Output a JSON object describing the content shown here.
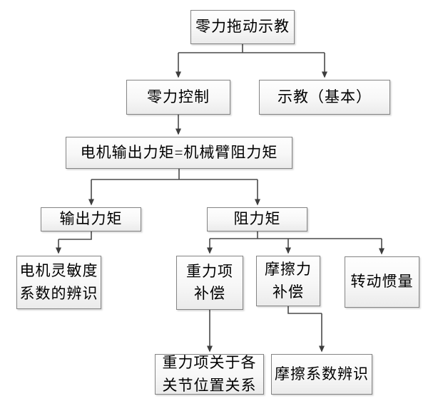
{
  "diagram": {
    "type": "flowchart",
    "colors": {
      "box_border": "#848484",
      "box_fill_top": "#fefefe",
      "box_fill_bottom": "#ebebeb",
      "connector": "#4a4a4a",
      "text": "#000000",
      "background": "#ffffff"
    },
    "nodes": {
      "root": {
        "label": "零力拖动示教"
      },
      "zero_force_control": {
        "label": "零力控制"
      },
      "teaching_basic": {
        "label": "示教（基本）"
      },
      "torque_equation": {
        "label": "电机输出力矩=机械臂阻力矩"
      },
      "output_torque": {
        "label": "输出力矩"
      },
      "resistance_torque": {
        "label": "阻力矩"
      },
      "motor_sensitivity": {
        "lines": [
          "电机灵敏度",
          "系数的辨识"
        ]
      },
      "gravity_compensation": {
        "lines": [
          "重力项",
          "补偿"
        ]
      },
      "friction_compensation": {
        "lines": [
          "摩擦力",
          "补偿"
        ]
      },
      "moment_of_inertia": {
        "label": "转动惯量"
      },
      "gravity_joint_relation": {
        "lines": [
          "重力项关于各",
          "关节位置关系"
        ]
      },
      "friction_coefficient_id": {
        "label": "摩擦系数辨识"
      }
    },
    "edges": [
      {
        "from": "root",
        "to": "zero_force_control"
      },
      {
        "from": "root",
        "to": "teaching_basic"
      },
      {
        "from": "zero_force_control",
        "to": "torque_equation"
      },
      {
        "from": "torque_equation",
        "to": "output_torque"
      },
      {
        "from": "torque_equation",
        "to": "resistance_torque"
      },
      {
        "from": "output_torque",
        "to": "motor_sensitivity"
      },
      {
        "from": "resistance_torque",
        "to": "gravity_compensation"
      },
      {
        "from": "resistance_torque",
        "to": "friction_compensation"
      },
      {
        "from": "resistance_torque",
        "to": "moment_of_inertia"
      },
      {
        "from": "gravity_compensation",
        "to": "gravity_joint_relation"
      },
      {
        "from": "friction_compensation",
        "to": "friction_coefficient_id"
      }
    ]
  }
}
